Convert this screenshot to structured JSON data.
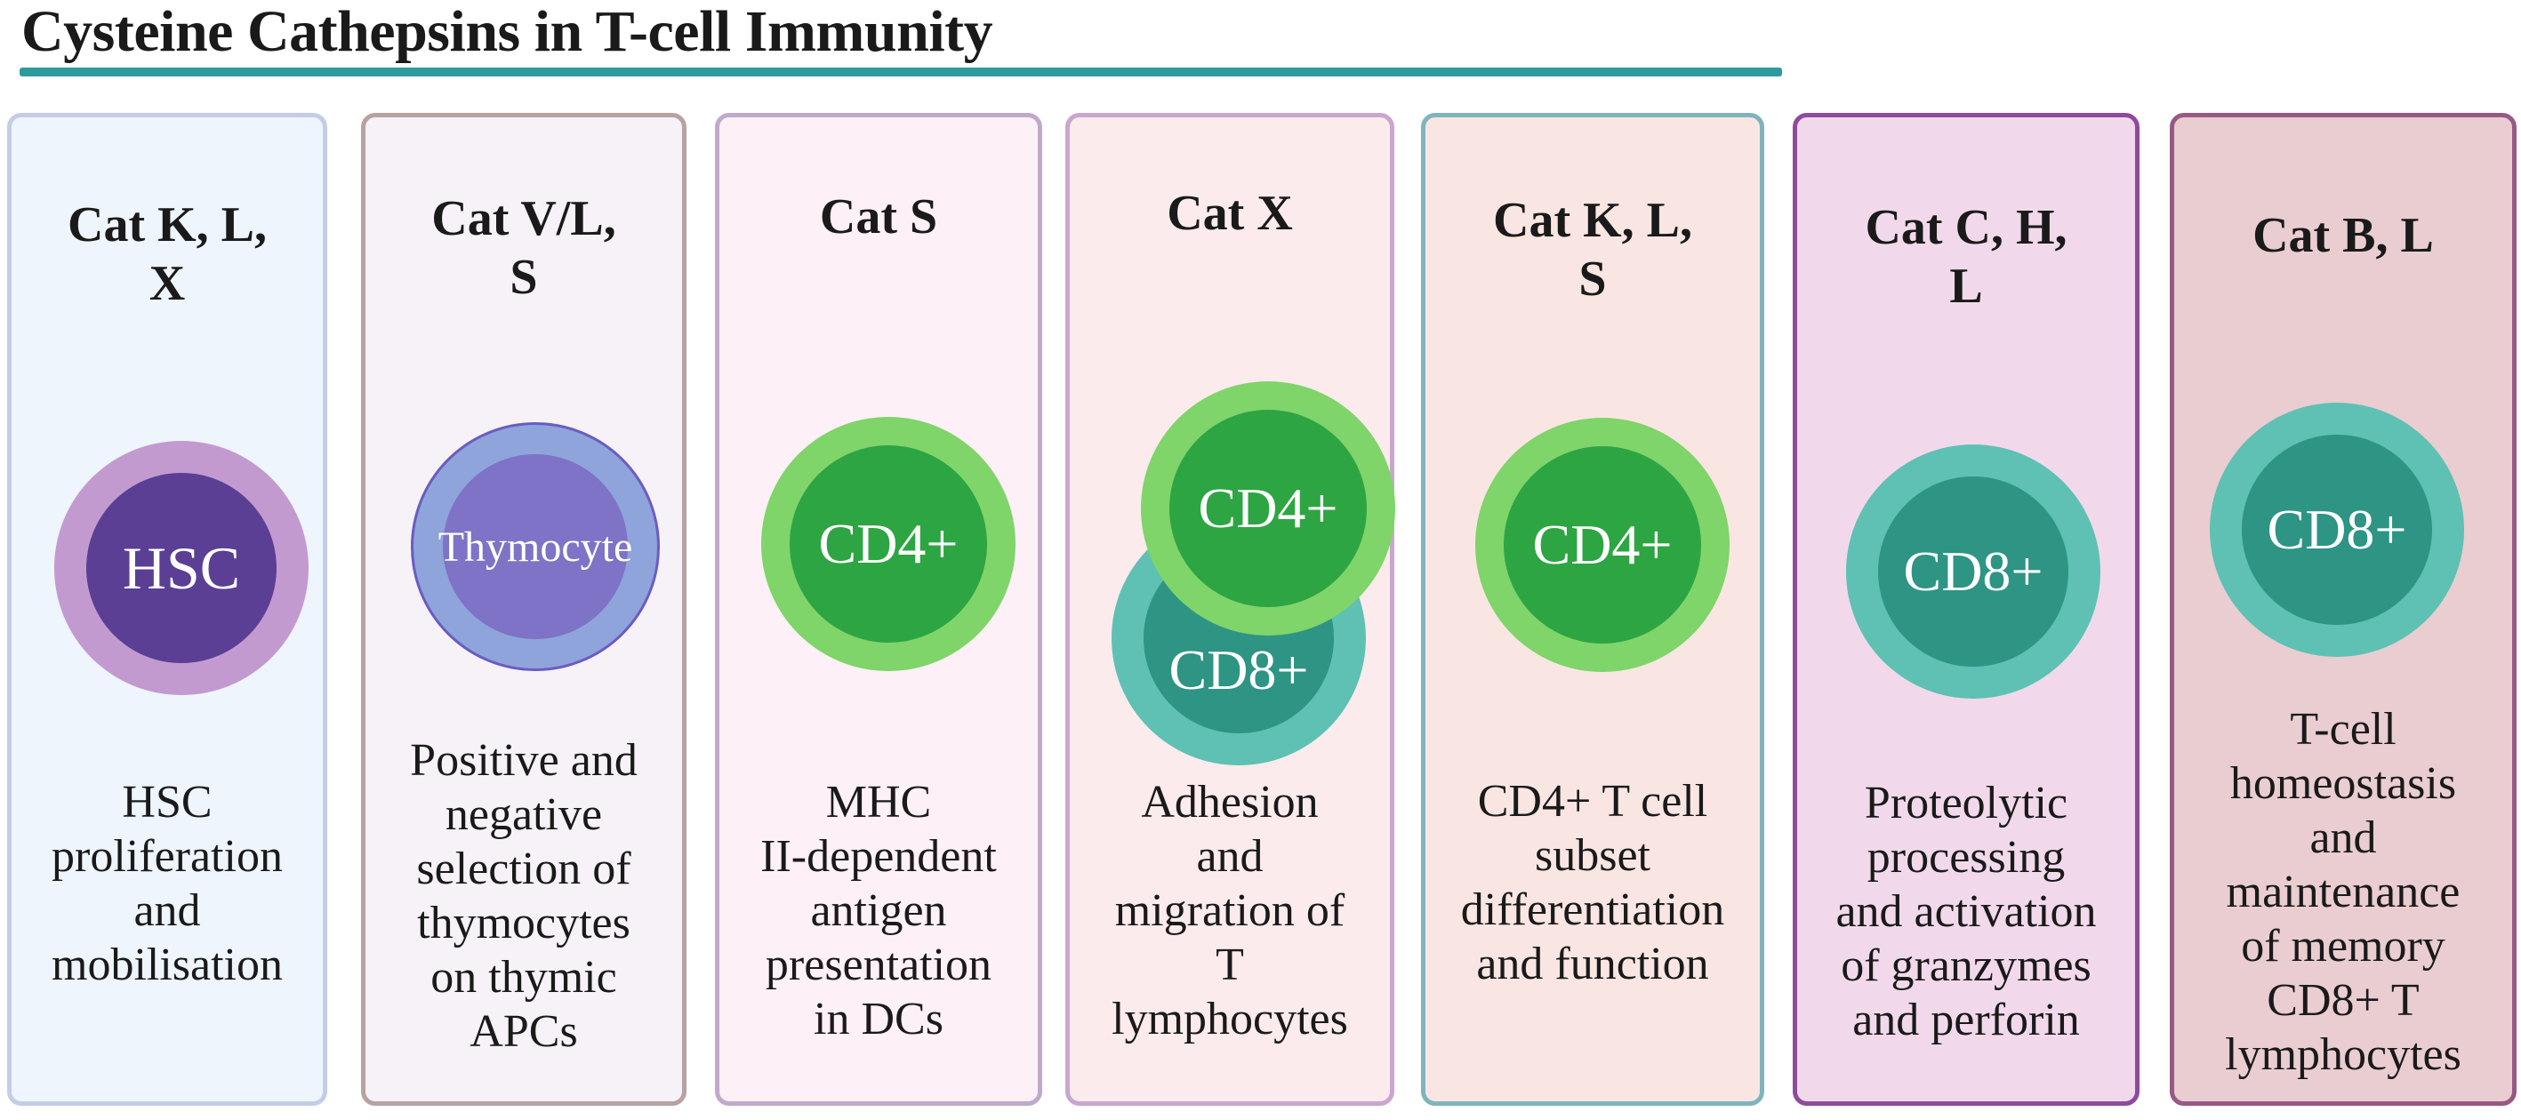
{
  "title": "Cysteine Cathepsins in T-cell Immunity",
  "colors": {
    "title_underline": "#2e9a9e",
    "hsc_outer": "#c39ad0",
    "hsc_inner": "#5a3f95",
    "thymocyte_outer": "#8ea4da",
    "thymocyte_inner": "#7e73c6",
    "cd4_outer": "#7fd46a",
    "cd4_inner": "#2ea543",
    "cd8_outer": "#5ec1b3",
    "cd8_inner": "#2e9484"
  },
  "panels": [
    {
      "heading": "Cat K, L,\nX",
      "cells": [
        "HSC"
      ],
      "description": "HSC\nproliferation\nand\nmobilisation",
      "background": "#eef5fd",
      "border": "#c3cce9"
    },
    {
      "heading": "Cat V/L,\nS",
      "cells": [
        "Thymocyte"
      ],
      "description": "Positive and\nnegative\nselection of\nthymocytes\non thymic\nAPCs",
      "background": "#f6f2f7",
      "border": "#b8a2a2"
    },
    {
      "heading": "Cat  S",
      "cells": [
        "CD4+"
      ],
      "description": "MHC\nII-dependent\nantigen\npresentation\nin DCs",
      "background": "#fdf0f6",
      "border": "#c0a9cb"
    },
    {
      "heading": "Cat  X",
      "cells": [
        "CD8+",
        "CD4+"
      ],
      "description": "Adhesion\nand\nmigration of\nT\nlymphocytes",
      "background": "#fbebec",
      "border": "#c9a6cf"
    },
    {
      "heading": "Cat  K, L,\nS",
      "cells": [
        "CD4+"
      ],
      "description": "CD4+ T cell\nsubset\ndifferentiation\nand function",
      "background": "#f9e6e2",
      "border": "#7fb4bd"
    },
    {
      "heading": "Cat C, H,\nL",
      "cells": [
        "CD8+"
      ],
      "description": "Proteolytic\nprocessing\nand activation\nof granzymes\nand perforin",
      "background": "#f1d9eb",
      "border": "#8f4a9c"
    },
    {
      "heading": "Cat B, L",
      "cells": [
        "CD8+"
      ],
      "description": "T-cell\nhomeostasis\nand\nmaintenance\nof memory\nCD8+ T\nlymphocytes",
      "background": "#e9cdd1",
      "border": "#965a84"
    }
  ]
}
